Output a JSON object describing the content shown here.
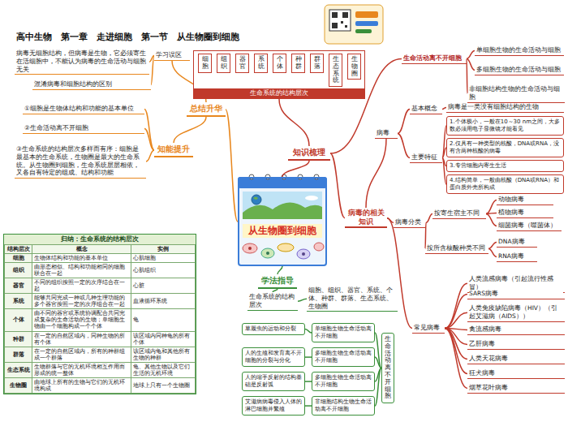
{
  "diagram": {
    "title": "高中生物　第一章　走进细胞　第一节　从生物圈到细胞",
    "nodes": [
      {
        "text": [
          "从生物圈到细胞"
        ]
      },
      {
        "text": [
          "知识梳理"
        ]
      },
      {
        "text": [
          "生命系统的结构层次"
        ]
      },
      {
        "text": [
          "细胞"
        ],
        "in": 2
      },
      {
        "text": [
          "组织"
        ],
        "in": 2
      },
      {
        "text": [
          "器官"
        ],
        "in": 2
      },
      {
        "text": [
          "系统"
        ],
        "in": 2
      },
      {
        "text": [
          "个体"
        ],
        "in": 2
      },
      {
        "text": [
          "种群"
        ],
        "in": 2
      },
      {
        "text": [
          "群落"
        ],
        "in": 2
      },
      {
        "text": [
          "生态系统"
        ],
        "in": 2
      },
      {
        "text": [
          "生物圈"
        ],
        "in": 2
      },
      {
        "text": [
          "生命活动离不开细胞"
        ]
      },
      {
        "text": [
          "单细胞生物的生命活动与细胞"
        ]
      },
      {
        "text": [
          "多细胞生物的生命活动与细胞"
        ]
      },
      {
        "text": [
          "非细胞结构生物的生命活动与细胞"
        ]
      },
      {
        "text": [
          "病毒的相关知识"
        ]
      },
      {
        "text": [
          "病毒"
        ]
      },
      {
        "text": [
          "基本概念"
        ]
      },
      {
        "text": [
          "病毒是一类没有细胞结构的生物"
        ]
      },
      {
        "text": [
          "主要特征"
        ]
      },
      {
        "text": [
          "1.个体极小，一般在10～30 nm之间，大多数必须用电子显微镜才能看见"
        ]
      },
      {
        "text": [
          "2.仅具有一种类型的核酸，DNA或RNA，没有含两种核酸的病毒"
        ]
      },
      {
        "text": [
          "3.专营细胞内寄生生活"
        ]
      },
      {
        "text": [
          "4.结构简单，一般由核酸（DNA或RNA）和蛋白质外壳所构成"
        ]
      },
      {
        "text": [
          "病毒分类"
        ]
      },
      {
        "text": [
          "按寄生宿主不同"
        ]
      },
      {
        "text": [
          "动物病毒"
        ]
      },
      {
        "text": [
          "植物病毒"
        ]
      },
      {
        "text": [
          "细菌病毒（噬菌体）"
        ]
      },
      {
        "text": [
          "按所含核酸种类不同"
        ]
      },
      {
        "text": [
          "DNA病毒"
        ]
      },
      {
        "text": [
          "RNA病毒"
        ]
      },
      {
        "text": [
          "常见病毒"
        ]
      },
      {
        "text": [
          "人类流感病毒（引起流行性感冒）"
        ]
      },
      {
        "text": [
          "SARS病毒"
        ]
      },
      {
        "text": [
          "人类免疫缺陷病毒（HIV）（引起艾滋病（AIDS））"
        ]
      },
      {
        "text": [
          "禽流感病毒"
        ]
      },
      {
        "text": [
          "乙肝病毒"
        ]
      },
      {
        "text": [
          "人类天花病毒"
        ]
      },
      {
        "text": [
          "狂犬病毒"
        ]
      },
      {
        "text": [
          "烟草花叶病毒"
        ]
      },
      {
        "text": [
          "总结升华"
        ]
      },
      {
        "text": [
          "学习误区"
        ]
      },
      {
        "text": [
          "病毒无细胞结构，但病毒是生物，它必须寄生在活细胞中，不能认为病毒的生命活动与细胞无关"
        ]
      },
      {
        "text": [
          "混淆病毒和细胞结构的区别"
        ]
      },
      {
        "text": [
          "知能提升"
        ]
      },
      {
        "text": [
          "①细胞是生物体结构和功能的基本单位"
        ]
      },
      {
        "text": [
          "②生命活动离不开细胞"
        ]
      },
      {
        "text": [
          "③生命系统的结构层次多样而有序：细胞是最基本的生命系统，生物圈是最大的生命系统。从生物圈到细胞，生命系统层层相依，又各自有特定的组成、结构和功能"
        ]
      },
      {
        "text": [
          "归纳：生命系统的结构层次"
        ]
      },
      {
        "text": [
          "学法指导"
        ]
      },
      {
        "text": [
          "生命系统的结构层次"
        ]
      },
      {
        "text": [
          "细胞、组织、器官、系统、个体、种群、群落、生态系统、生物圈"
        ]
      },
      {
        "text": [
          "草履虫的运动和分裂"
        ]
      },
      {
        "text": [
          "单细胞生物生命活动离不开细胞"
        ]
      },
      {
        "text": [
          "人的生殖和发育离不开细胞的分裂与分化"
        ]
      },
      {
        "text": [
          "多细胞生物生命活动离不开细胞"
        ]
      },
      {
        "text": [
          "人的缩手反射的结构基础是反射弧"
        ]
      },
      {
        "text": [
          "多细胞生物生命活动离不开细胞"
        ]
      },
      {
        "text": [
          "艾滋病病毒侵入人体的淋巴细胞并繁殖"
        ]
      },
      {
        "text": [
          "非细胞结构生物生命活动离不开细胞"
        ]
      },
      {
        "text": [
          "生命活动离不开细胞"
        ]
      }
    ],
    "edges": [
      {
        "from": 0,
        "to": 1,
        "arrow": "none"
      },
      {
        "from": 1,
        "to": 2,
        "arrow": "none"
      },
      {
        "from": 3,
        "to": 4,
        "arrow": "to"
      },
      {
        "from": 4,
        "to": 5,
        "arrow": "to"
      },
      {
        "from": 5,
        "to": 6,
        "arrow": "to"
      },
      {
        "from": 6,
        "to": 7,
        "arrow": "to"
      },
      {
        "from": 7,
        "to": 8,
        "arrow": "to"
      },
      {
        "from": 8,
        "to": 9,
        "arrow": "to"
      },
      {
        "from": 9,
        "to": 10,
        "arrow": "to"
      },
      {
        "from": 10,
        "to": 11,
        "arrow": "to"
      },
      {
        "from": 1,
        "to": 12,
        "arrow": "none"
      },
      {
        "from": 12,
        "to": 13,
        "arrow": "none"
      },
      {
        "from": 12,
        "to": 14,
        "arrow": "none"
      },
      {
        "from": 12,
        "to": 15,
        "arrow": "none"
      },
      {
        "from": 1,
        "to": 16,
        "arrow": "none"
      },
      {
        "from": 16,
        "to": 17,
        "arrow": "none"
      },
      {
        "from": 17,
        "to": 18,
        "arrow": "none"
      },
      {
        "from": 18,
        "to": 19,
        "arrow": "none"
      },
      {
        "from": 17,
        "to": 20,
        "arrow": "none"
      },
      {
        "from": 20,
        "to": 21,
        "arrow": "none"
      },
      {
        "from": 20,
        "to": 22,
        "arrow": "none"
      },
      {
        "from": 20,
        "to": 23,
        "arrow": "none"
      },
      {
        "from": 20,
        "to": 24,
        "arrow": "none"
      },
      {
        "from": 16,
        "to": 25,
        "arrow": "none"
      },
      {
        "from": 25,
        "to": 26,
        "arrow": "none"
      },
      {
        "from": 26,
        "to": 27,
        "arrow": "none"
      },
      {
        "from": 26,
        "to": 28,
        "arrow": "none"
      },
      {
        "from": 26,
        "to": 29,
        "arrow": "none"
      },
      {
        "from": 25,
        "to": 30,
        "arrow": "none"
      },
      {
        "from": 30,
        "to": 31,
        "arrow": "none"
      },
      {
        "from": 30,
        "to": 32,
        "arrow": "none"
      },
      {
        "from": 16,
        "to": 33,
        "arrow": "none"
      },
      {
        "from": 33,
        "to": 34,
        "arrow": "none"
      },
      {
        "from": 33,
        "to": 35,
        "arrow": "none"
      },
      {
        "from": 33,
        "to": 36,
        "arrow": "none"
      },
      {
        "from": 33,
        "to": 37,
        "arrow": "none"
      },
      {
        "from": 33,
        "to": 38,
        "arrow": "none"
      },
      {
        "from": 33,
        "to": 39,
        "arrow": "none"
      },
      {
        "from": 33,
        "to": 40,
        "arrow": "none"
      },
      {
        "from": 33,
        "to": 41,
        "arrow": "none"
      },
      {
        "from": 0,
        "to": 42,
        "arrow": "none"
      },
      {
        "from": 42,
        "to": 43,
        "arrow": "none"
      },
      {
        "from": 43,
        "to": 44,
        "arrow": "none"
      },
      {
        "from": 43,
        "to": 45,
        "arrow": "none"
      },
      {
        "from": 42,
        "to": 46,
        "arrow": "none"
      },
      {
        "from": 46,
        "to": 47,
        "arrow": "none"
      },
      {
        "from": 46,
        "to": 48,
        "arrow": "none"
      },
      {
        "from": 46,
        "to": 49,
        "arrow": "none"
      },
      {
        "from": 0,
        "to": 51,
        "arrow": "none"
      },
      {
        "from": 51,
        "to": 52,
        "arrow": "none"
      },
      {
        "from": 52,
        "to": 53,
        "arrow": "none"
      },
      {
        "from": 54,
        "to": 55,
        "arrow": "none"
      },
      {
        "from": 56,
        "to": 57,
        "arrow": "none"
      },
      {
        "from": 58,
        "to": 59,
        "arrow": "none"
      },
      {
        "from": 60,
        "to": 61,
        "arrow": "none"
      },
      {
        "from": 55,
        "to": 62,
        "arrow": "none"
      },
      {
        "from": 57,
        "to": 62,
        "arrow": "none"
      },
      {
        "from": 59,
        "to": 62,
        "arrow": "none"
      },
      {
        "from": 61,
        "to": 62,
        "arrow": "none"
      }
    ],
    "labels": [
      "结构层次",
      "概念",
      "实例",
      "细胞",
      "生物体结构和功能的基本单位",
      "心肌细胞",
      "组织",
      "由形态相似、结构和功能相同的细胞联合在一起",
      "心肌组织",
      "器官",
      "不同的组织按照一定的次序结合在一起",
      "心脏",
      "系统",
      "能够共同完成一种或几种生理功能的多个器官按照一定的次序组合在一起",
      "血液循环系统",
      "个体",
      "由不同的器官或系统协调配合共同完成复杂的生命活动的生物；单细胞生物由一个细胞构成一个个体",
      "龟",
      "种群",
      "在一定的自然区域内，同种生物的所有个体",
      "该区域内同种龟的所有个体",
      "群落",
      "在一定的自然区域内，所有的种群组成一个群落",
      "该区域内龟和其他所有生物的种群",
      "生态系统",
      "生物群落与它的无机环境相互作用而形成的统一整体",
      "龟、其他生物以及它们生活的无机环境",
      "生物圈",
      "由地球上所有的生物与它们的无机环境构成",
      "地球上只有一个生物圈"
    ]
  }
}
